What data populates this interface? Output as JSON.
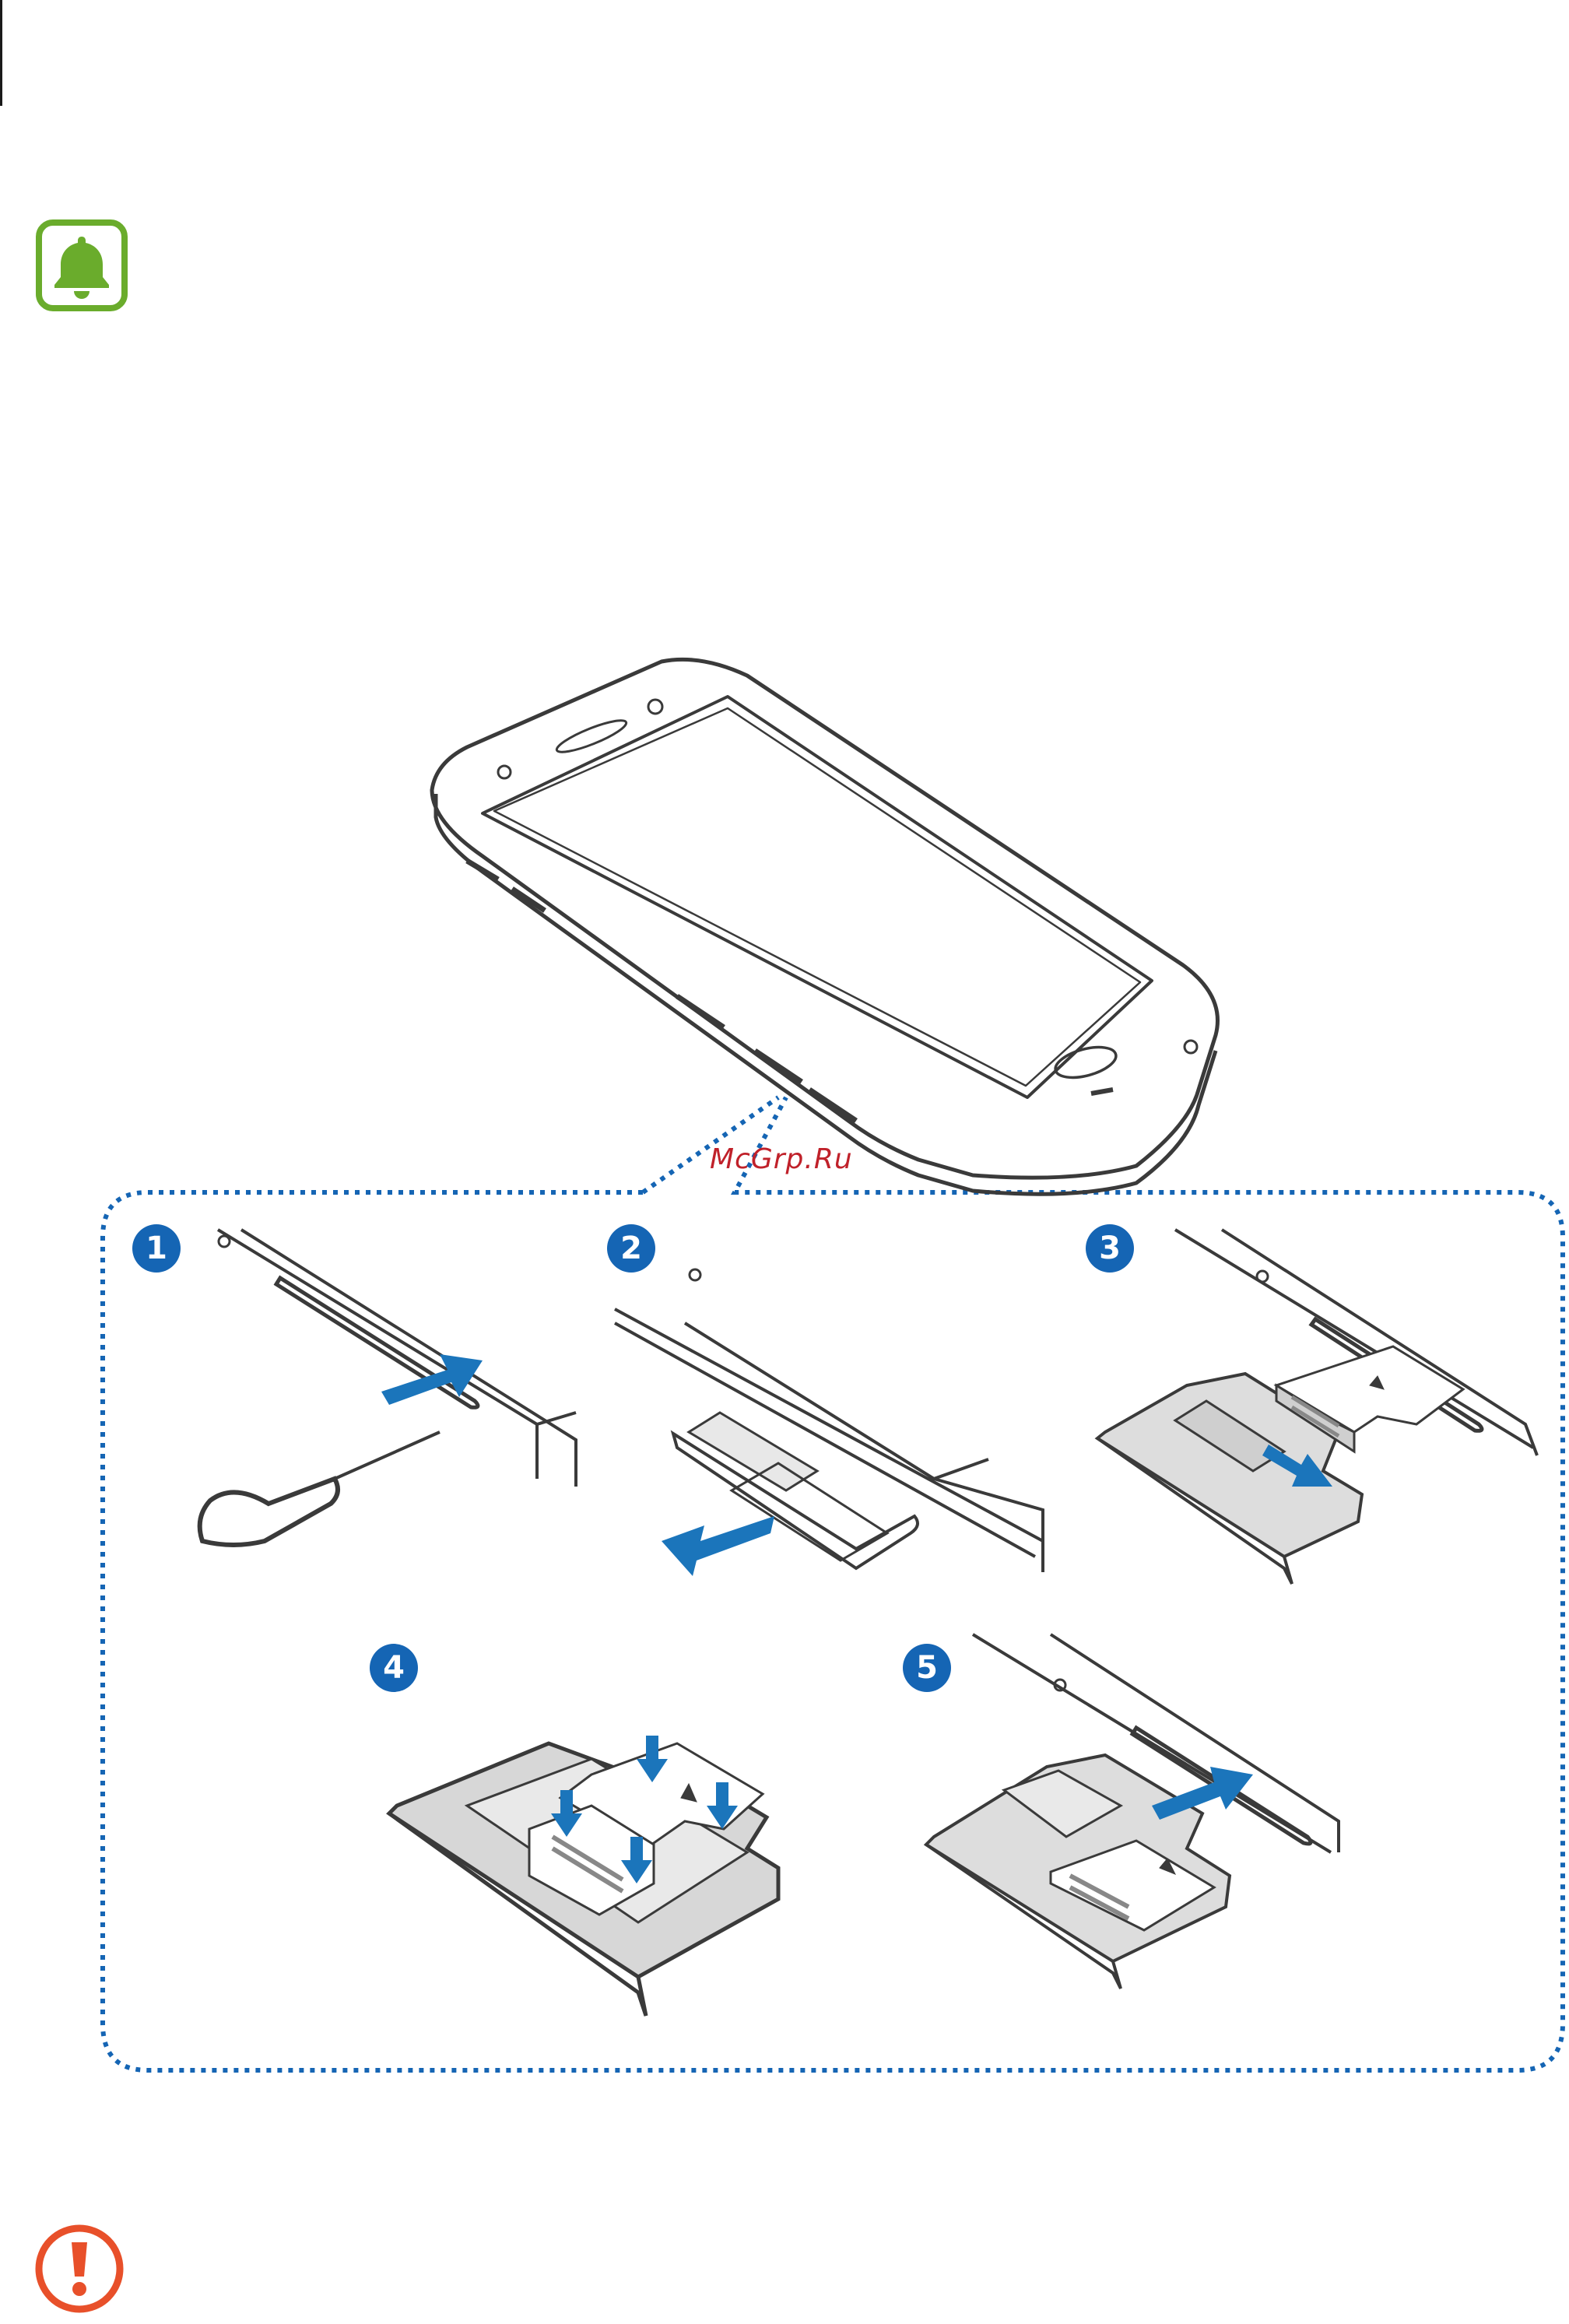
{
  "watermark": "McGrp.Ru",
  "steps": [
    "1",
    "2",
    "3",
    "4",
    "5"
  ],
  "icons": {
    "note": "bell-icon",
    "caution": "exclamation-icon"
  },
  "colors": {
    "note_green": "#6aac2c",
    "caution_red": "#e8502a",
    "step_blue": "#1565b4",
    "arrow_blue": "#1b75bb",
    "dotted_border": "#1565b4",
    "line_art": "#3a3a3a"
  }
}
